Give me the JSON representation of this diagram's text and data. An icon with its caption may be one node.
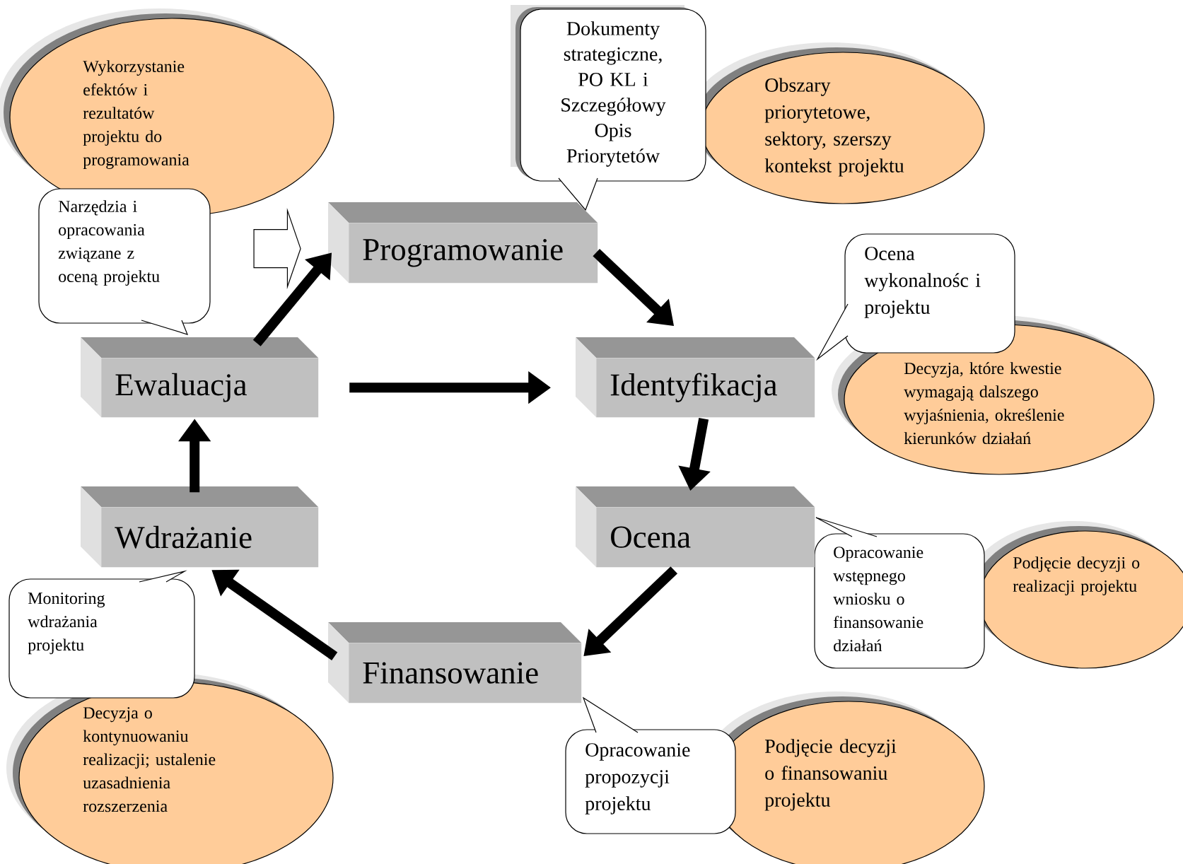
{
  "diagram": {
    "nodes": [
      {
        "text": [
          "Wykorzystanie efektów i rezultatów projektu do programowania"
        ]
      },
      {
        "text": [
          "Dokumenty strategiczne, PO KL i Szczegółowy Opis Priorytetów"
        ]
      },
      {
        "text": [
          "Obszary priorytetowe, sektory, szerszy kontekst projektu"
        ]
      },
      {
        "text": [
          "Narzędzia i opracowania związane z oceną projektu"
        ]
      },
      {
        "text": [
          "Programowanie"
        ]
      },
      {
        "text": [
          "Ocena wykonalnośc i projektu"
        ]
      },
      {
        "text": [
          "Ewaluacja"
        ]
      },
      {
        "text": [
          "Identyfikacja"
        ]
      },
      {
        "text": [
          "Decyzja, które kwestie wymagają dalszego wyjaśnienia, określenie kierunków działań"
        ]
      },
      {
        "text": [
          "Wdrażanie"
        ]
      },
      {
        "text": [
          "Ocena"
        ]
      },
      {
        "text": [
          "Opracowanie wstępnego wniosku o finansowanie działań"
        ]
      },
      {
        "text": [
          "Podjęcie decyzji o realizacji projektu"
        ]
      },
      {
        "text": [
          "Monitoring wdrażania projektu"
        ]
      },
      {
        "text": [
          "Finansowanie"
        ]
      },
      {
        "text": [
          "Decyzja o kontynuowaniu realizacji; ustalenie uzasadnienia rozszerzenia"
        ]
      },
      {
        "text": [
          "Opracowanie propozycji projektu"
        ]
      },
      {
        "text": [
          "Podjęcie decyzji o finansowaniu projektu"
        ]
      }
    ],
    "edges": [
      {
        "from": 4,
        "to": 7,
        "arrow": "to"
      },
      {
        "from": 7,
        "to": 10,
        "arrow": "to"
      },
      {
        "from": 10,
        "to": 14,
        "arrow": "to"
      },
      {
        "from": 14,
        "to": 9,
        "arrow": "to"
      },
      {
        "from": 9,
        "to": 6,
        "arrow": "to"
      },
      {
        "from": 6,
        "to": 4,
        "arrow": "to"
      },
      {
        "from": 6,
        "to": 7,
        "arrow": "to"
      },
      {
        "from": 3,
        "to": 4,
        "arrow": "to"
      }
    ]
  }
}
